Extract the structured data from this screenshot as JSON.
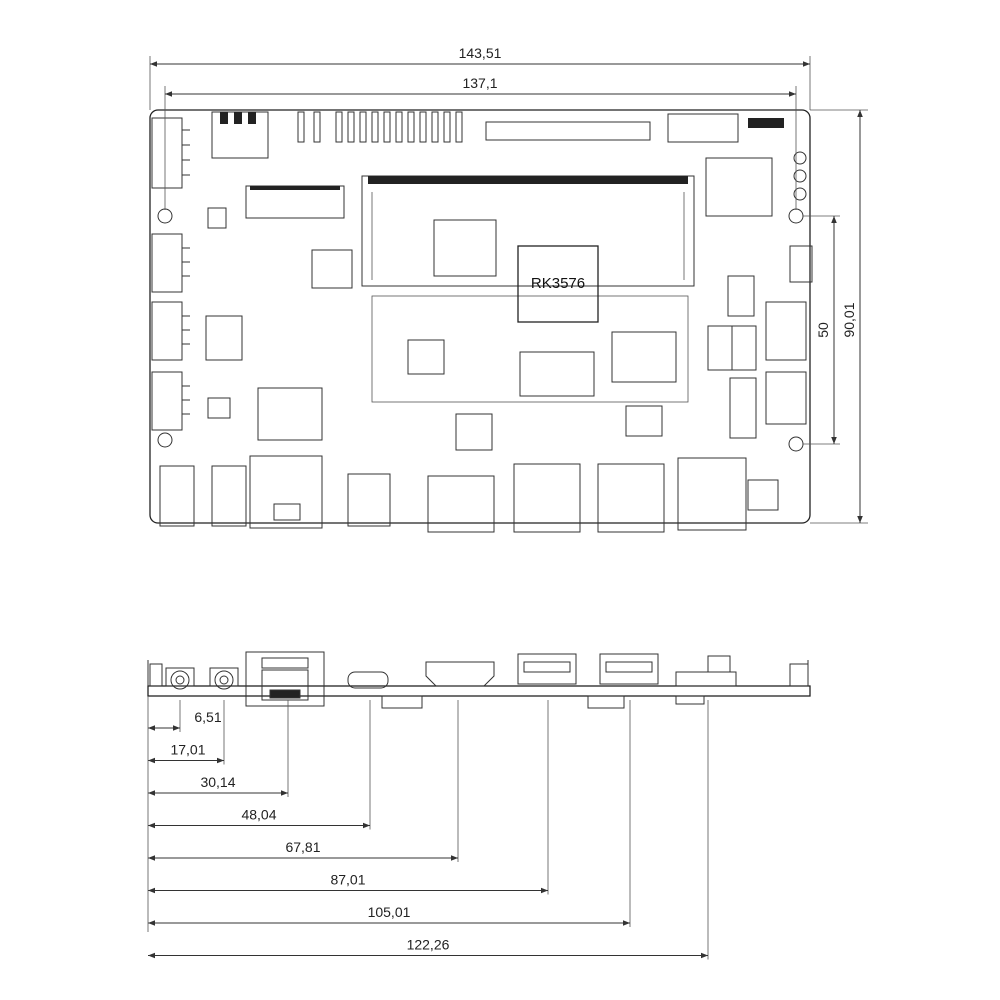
{
  "top_view": {
    "chip_label": "RK3576",
    "dimensions": {
      "board_width": "143,51",
      "hole_spacing_x": "137,1",
      "board_height": "90,01",
      "hole_spacing_y": "50"
    }
  },
  "side_view": {
    "offsets": [
      "6,51",
      "17,01",
      "30,14",
      "48,04",
      "67,81",
      "87,01",
      "105,01",
      "122,26"
    ]
  }
}
